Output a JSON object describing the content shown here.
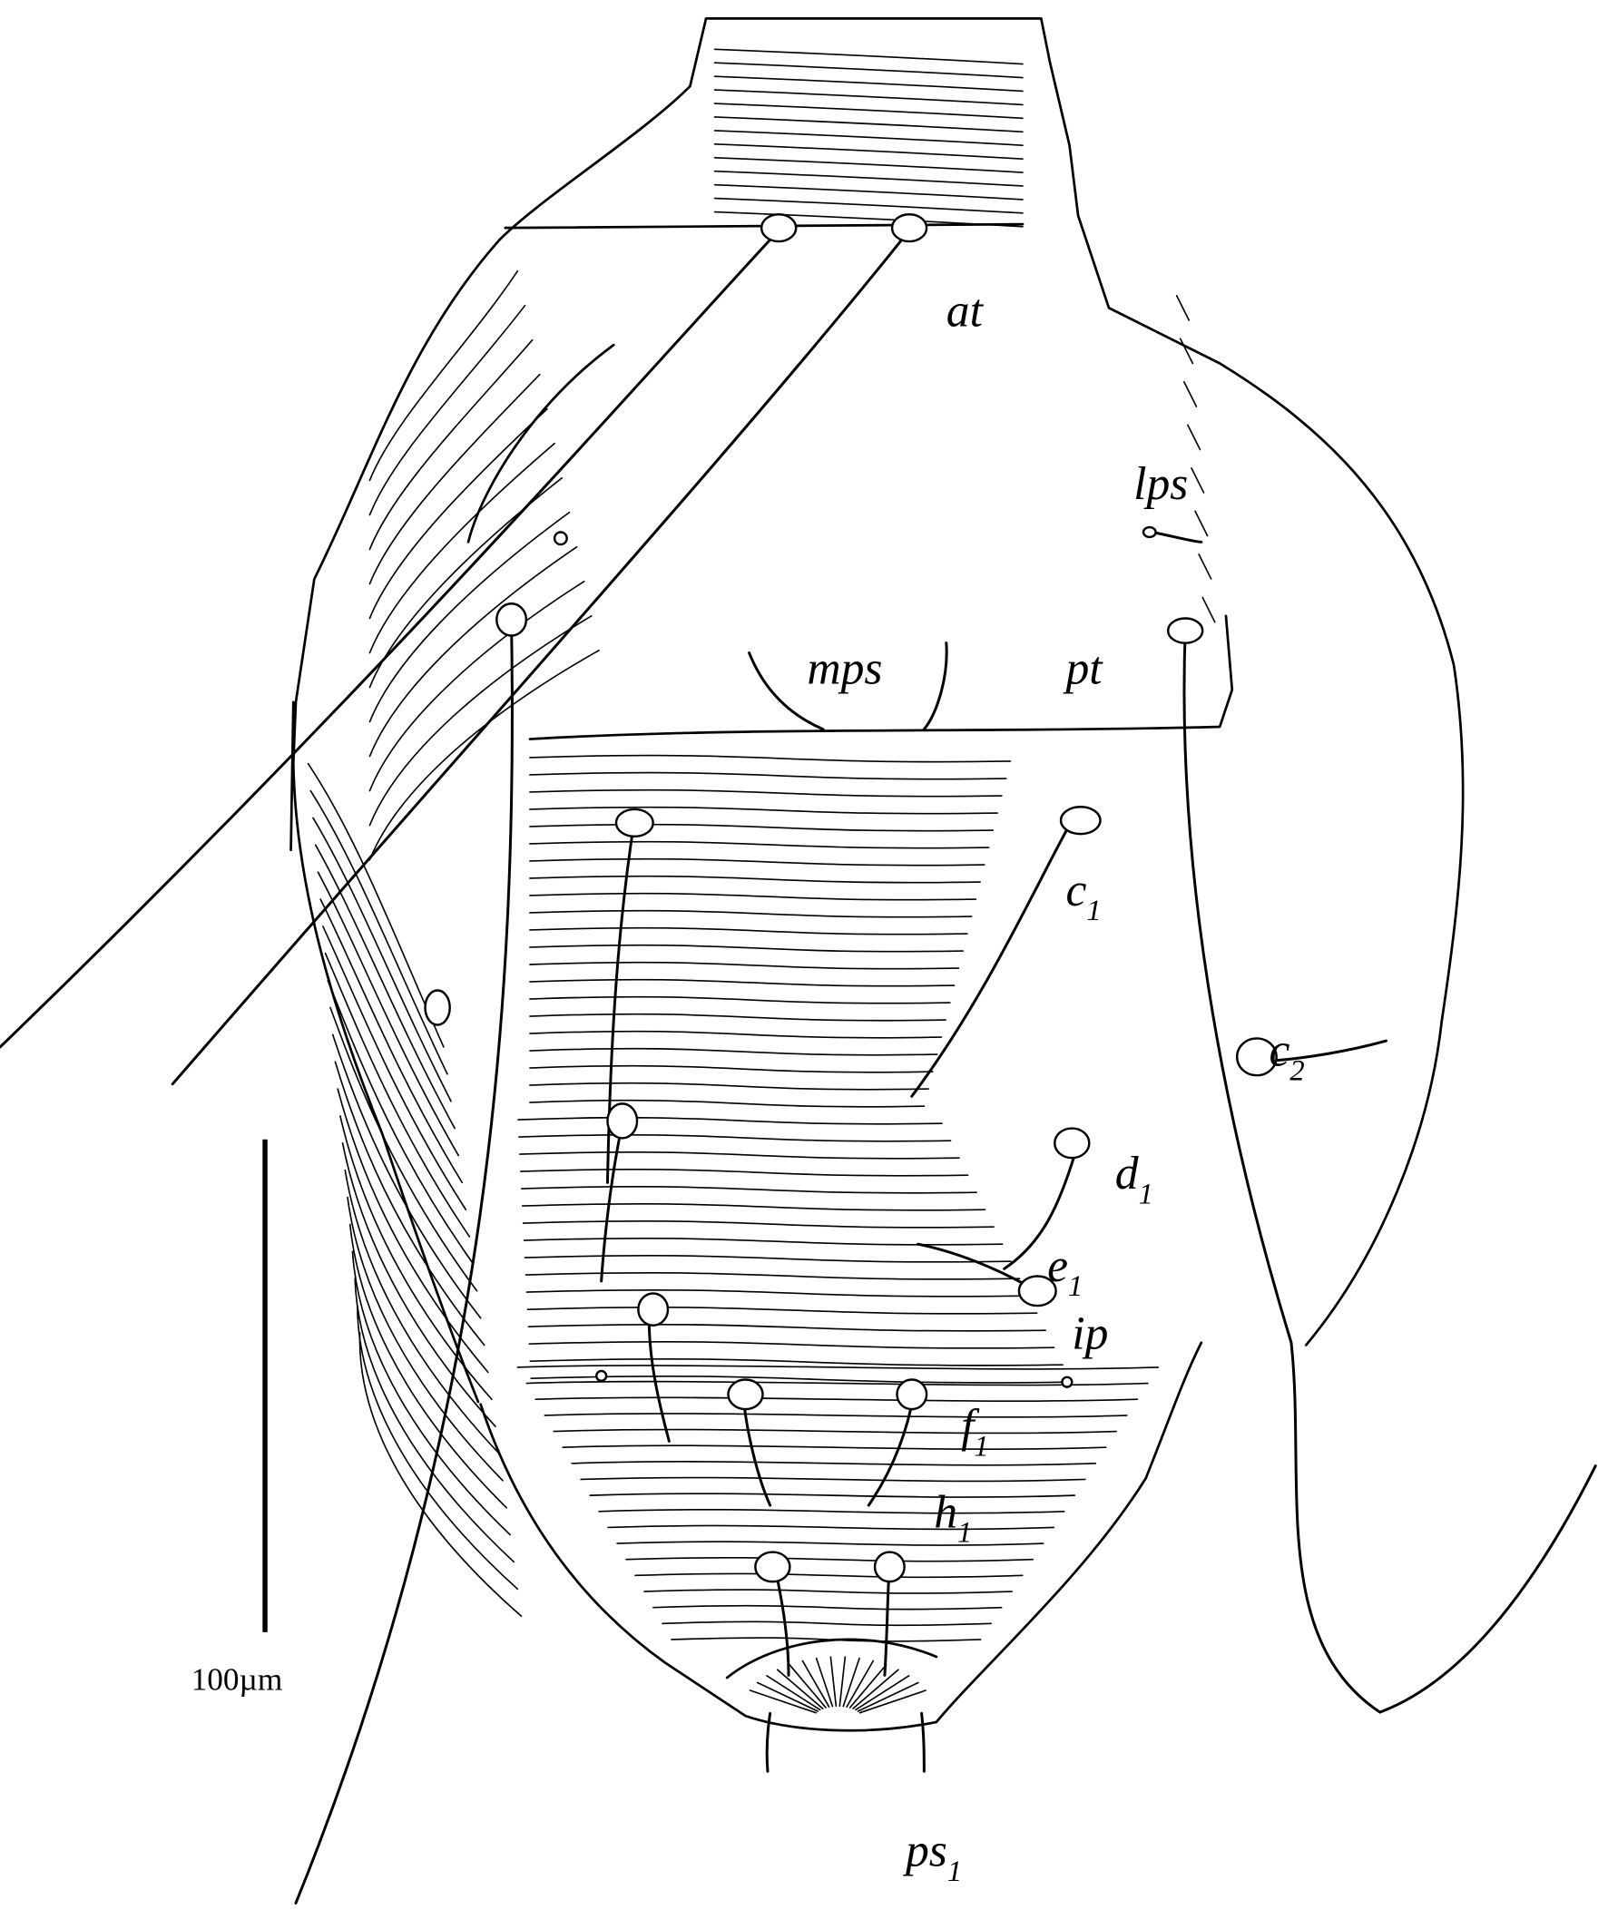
{
  "figure": {
    "setae_labels": {
      "at": {
        "text": "at"
      },
      "lps": {
        "text": "lps"
      },
      "mps": {
        "text": "mps"
      },
      "pt": {
        "text": "pt"
      },
      "c1": {
        "text": "c",
        "sub": "1"
      },
      "c2": {
        "text": "c",
        "sub": "2"
      },
      "d1": {
        "text": "d",
        "sub": "1"
      },
      "e1": {
        "text": "e",
        "sub": "1"
      },
      "ip": {
        "text": "ip"
      },
      "f1": {
        "text": "f",
        "sub": "1"
      },
      "h1": {
        "text": "h",
        "sub": "1"
      },
      "ps1": {
        "text": "ps",
        "sub": "1"
      }
    },
    "scale_bar": {
      "label": "100µm"
    }
  }
}
